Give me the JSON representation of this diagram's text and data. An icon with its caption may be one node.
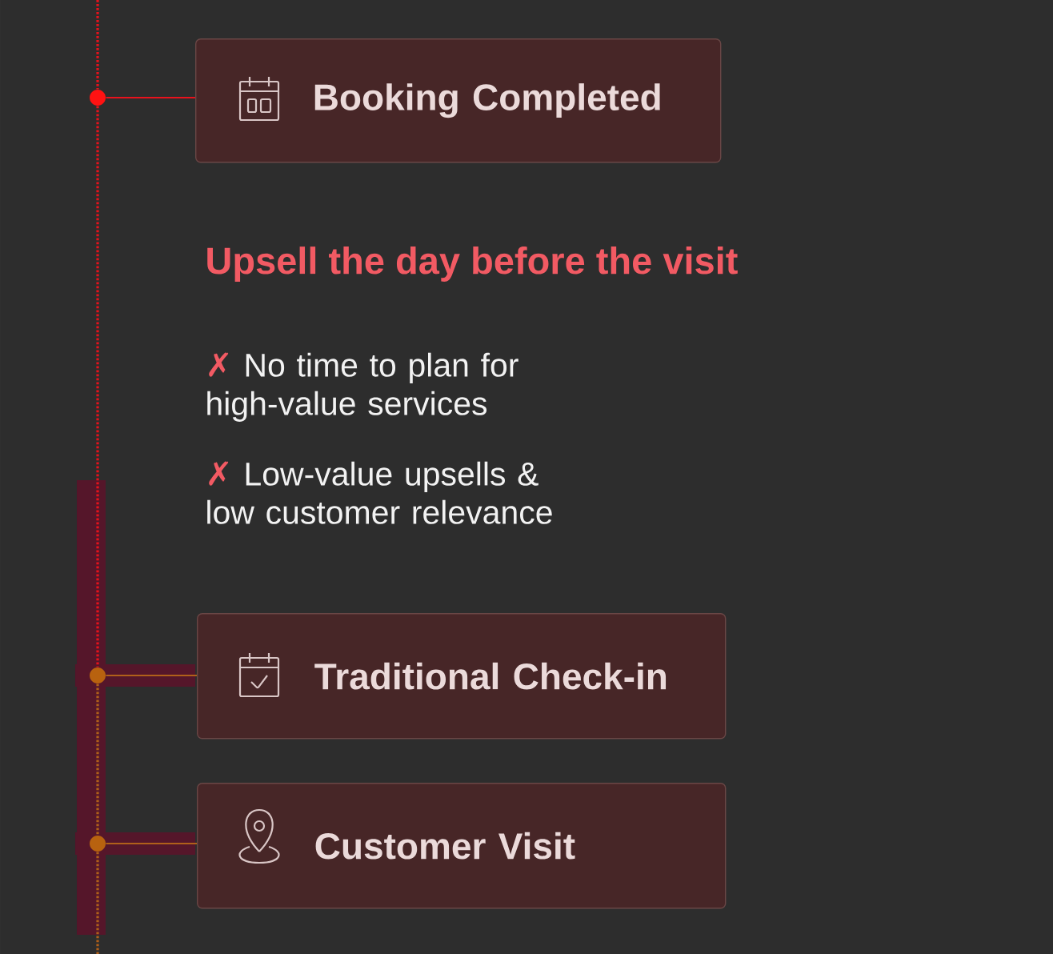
{
  "diagram": {
    "nodes": [
      {
        "text": [],
        "shape": "circle"
      },
      {
        "text": [
          "Booking Completed"
        ]
      },
      {
        "text": [],
        "shape": "circle"
      },
      {
        "text": [
          "Traditional Check-in"
        ]
      },
      {
        "text": [],
        "shape": "circle"
      },
      {
        "text": [
          "Customer Visit"
        ]
      }
    ],
    "edges": [
      {
        "from": null,
        "to": 0,
        "arrow": "none",
        "style": "dashed",
        "color": "#e8121c"
      },
      {
        "from": 0,
        "to": 1,
        "arrow": "none",
        "color": "#e8121c"
      },
      {
        "from": 0,
        "to": 2,
        "arrow": "none",
        "style": "dashed",
        "color": "#e8121c"
      },
      {
        "from": 2,
        "to": 3,
        "arrow": "none"
      },
      {
        "from": 2,
        "to": 4,
        "arrow": "none",
        "style": "dashed"
      },
      {
        "from": 4,
        "to": 5,
        "arrow": "none"
      },
      {
        "from": 4,
        "to": null,
        "arrow": "none",
        "style": "dashed"
      }
    ],
    "labels": [
      "Upsell the day before the visit",
      "✗ No time to plan for high-value services",
      "✗ Low-value upsells & low customer relevance"
    ]
  }
}
